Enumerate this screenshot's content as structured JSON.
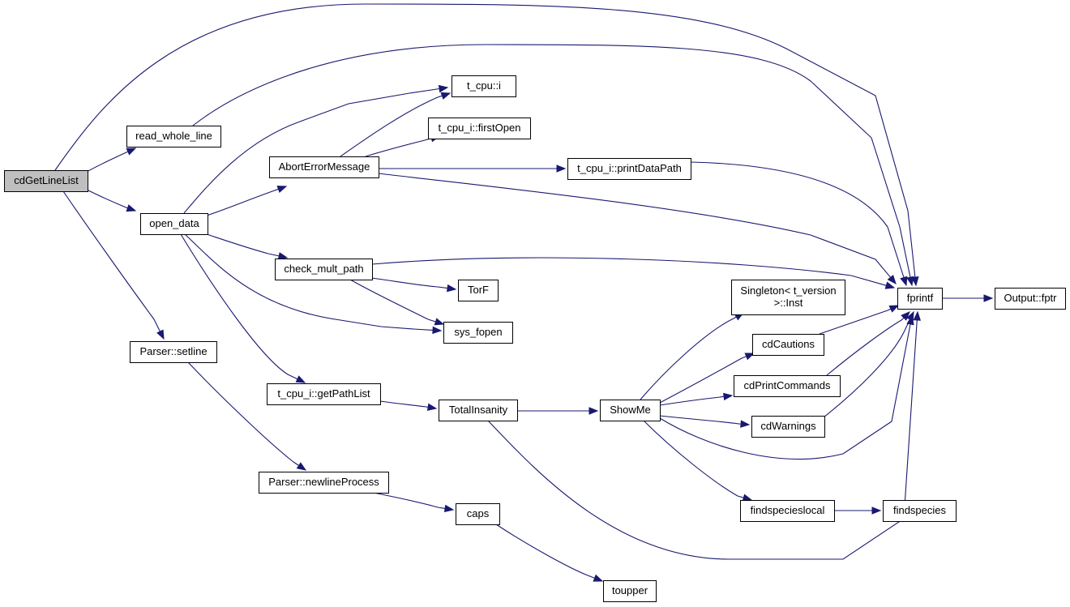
{
  "colors": {
    "edge": "#191970",
    "node_fill": "#ffffff",
    "node_border": "#000000",
    "root_fill": "#bfbfbf"
  },
  "nodes": [
    {
      "id": "cdGetLineList",
      "lines": [
        "cdGetLineList"
      ],
      "root": true
    },
    {
      "id": "read_whole_line",
      "lines": [
        "read_whole_line"
      ]
    },
    {
      "id": "open_data",
      "lines": [
        "open_data"
      ]
    },
    {
      "id": "Parser::setline",
      "lines": [
        "Parser::setline"
      ]
    },
    {
      "id": "AbortErrorMessage",
      "lines": [
        "AbortErrorMessage"
      ]
    },
    {
      "id": "t_cpu::i",
      "lines": [
        "t_cpu::i"
      ]
    },
    {
      "id": "t_cpu_i::firstOpen",
      "lines": [
        "t_cpu_i::firstOpen"
      ]
    },
    {
      "id": "t_cpu_i::printDataPath",
      "lines": [
        "t_cpu_i::printDataPath"
      ]
    },
    {
      "id": "check_mult_path",
      "lines": [
        "check_mult_path"
      ]
    },
    {
      "id": "TorF",
      "lines": [
        "TorF"
      ]
    },
    {
      "id": "sys_fopen",
      "lines": [
        "sys_fopen"
      ]
    },
    {
      "id": "t_cpu_i::getPathList",
      "lines": [
        "t_cpu_i::getPathList"
      ]
    },
    {
      "id": "TotalInsanity",
      "lines": [
        "TotalInsanity"
      ]
    },
    {
      "id": "ShowMe",
      "lines": [
        "ShowMe"
      ]
    },
    {
      "id": "Singleton< t_version >::Inst",
      "lines": [
        "Singleton< t_version",
        ">::Inst"
      ]
    },
    {
      "id": "cdCautions",
      "lines": [
        "cdCautions"
      ]
    },
    {
      "id": "cdPrintCommands",
      "lines": [
        "cdPrintCommands"
      ]
    },
    {
      "id": "cdWarnings",
      "lines": [
        "cdWarnings"
      ]
    },
    {
      "id": "findspecieslocal",
      "lines": [
        "findspecieslocal"
      ]
    },
    {
      "id": "findspecies",
      "lines": [
        "findspecies"
      ]
    },
    {
      "id": "fprintf",
      "lines": [
        "fprintf"
      ]
    },
    {
      "id": "Output::fptr",
      "lines": [
        "Output::fptr"
      ]
    },
    {
      "id": "Parser::newlineProcess",
      "lines": [
        "Parser::newlineProcess"
      ]
    },
    {
      "id": "caps",
      "lines": [
        "caps"
      ]
    },
    {
      "id": "toupper",
      "lines": [
        "toupper"
      ]
    }
  ],
  "edges": [
    [
      "cdGetLineList",
      "read_whole_line"
    ],
    [
      "cdGetLineList",
      "open_data"
    ],
    [
      "cdGetLineList",
      "Parser::setline"
    ],
    [
      "cdGetLineList",
      "fprintf"
    ],
    [
      "read_whole_line",
      "fprintf"
    ],
    [
      "open_data",
      "AbortErrorMessage"
    ],
    [
      "open_data",
      "t_cpu::i"
    ],
    [
      "open_data",
      "check_mult_path"
    ],
    [
      "open_data",
      "sys_fopen"
    ],
    [
      "open_data",
      "t_cpu_i::getPathList"
    ],
    [
      "AbortErrorMessage",
      "t_cpu::i"
    ],
    [
      "AbortErrorMessage",
      "t_cpu_i::firstOpen"
    ],
    [
      "AbortErrorMessage",
      "t_cpu_i::printDataPath"
    ],
    [
      "AbortErrorMessage",
      "fprintf"
    ],
    [
      "t_cpu_i::printDataPath",
      "fprintf"
    ],
    [
      "check_mult_path",
      "TorF"
    ],
    [
      "check_mult_path",
      "sys_fopen"
    ],
    [
      "check_mult_path",
      "fprintf"
    ],
    [
      "t_cpu_i::getPathList",
      "TotalInsanity"
    ],
    [
      "TotalInsanity",
      "ShowMe"
    ],
    [
      "TotalInsanity",
      "fprintf"
    ],
    [
      "ShowMe",
      "Singleton< t_version >::Inst"
    ],
    [
      "ShowMe",
      "cdCautions"
    ],
    [
      "ShowMe",
      "cdPrintCommands"
    ],
    [
      "ShowMe",
      "cdWarnings"
    ],
    [
      "ShowMe",
      "findspecieslocal"
    ],
    [
      "ShowMe",
      "fprintf"
    ],
    [
      "cdCautions",
      "fprintf"
    ],
    [
      "cdPrintCommands",
      "fprintf"
    ],
    [
      "cdWarnings",
      "fprintf"
    ],
    [
      "findspecieslocal",
      "findspecies"
    ],
    [
      "fprintf",
      "Output::fptr"
    ],
    [
      "Parser::setline",
      "Parser::newlineProcess"
    ],
    [
      "Parser::newlineProcess",
      "caps"
    ],
    [
      "caps",
      "toupper"
    ]
  ]
}
